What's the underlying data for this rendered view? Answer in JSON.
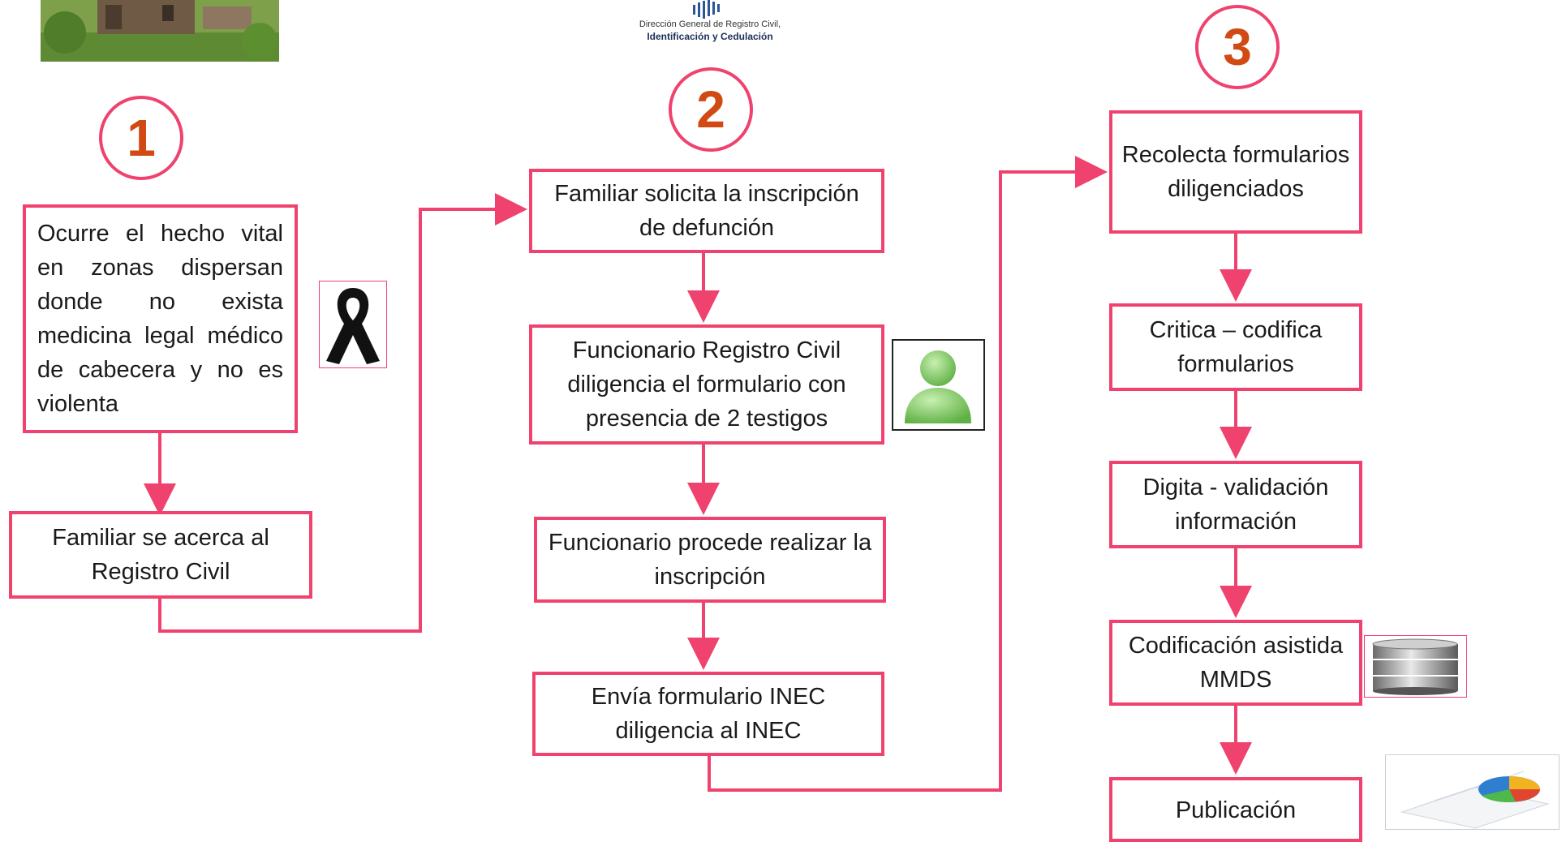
{
  "logo": {
    "line1": "Dirección General de Registro Civil,",
    "line2": "Identificación y Cedulación"
  },
  "steps": [
    {
      "number": "1"
    },
    {
      "number": "2"
    },
    {
      "number": "3"
    }
  ],
  "column1": {
    "event_box": "Ocurre el hecho vital en zonas dispersan donde no exista medicina legal médico de cabecera y no es violenta",
    "family_box": "Familiar se acerca al Registro Civil"
  },
  "column2": {
    "request_box": "Familiar solicita la inscripción de defunción",
    "officer_form_box": "Funcionario Registro Civil diligencia el formulario con presencia de 2 testigos",
    "officer_register_box": "Funcionario procede realizar la inscripción",
    "send_box": "Envía formulario INEC diligencia al INEC"
  },
  "column3": {
    "collect_box": "Recolecta formularios diligenciados",
    "critic_box": "Critica – codifica formularios",
    "digit_box": "Digita  - validación información",
    "coding_box": "Codificación asistida MMDS",
    "publish_box": "Publicación"
  },
  "colors": {
    "box_border": "#f0426e",
    "connector": "#f0426e",
    "step_number": "#d14a14"
  },
  "icons": [
    "house-photo",
    "mourning-ribbon-icon",
    "person-icon",
    "database-icon",
    "pie-chart-icon",
    "logo-icon"
  ]
}
